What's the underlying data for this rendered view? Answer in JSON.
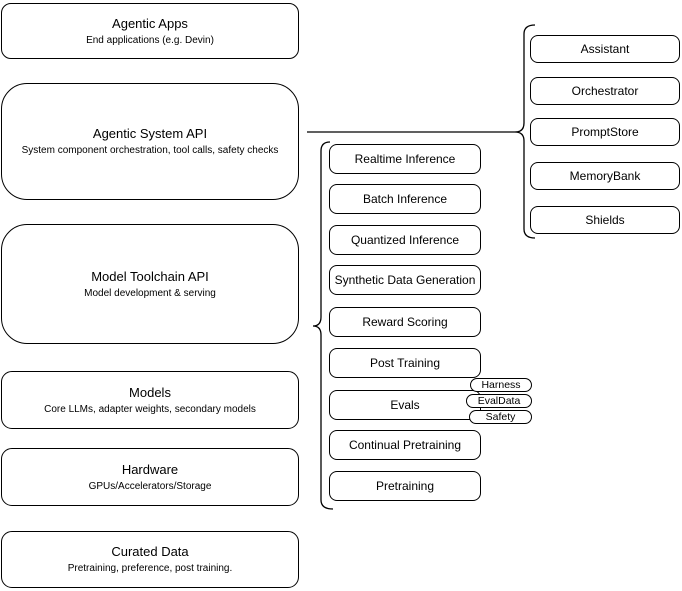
{
  "diagram": {
    "colors": {
      "stroke": "#000000",
      "fill": "#ffffff",
      "background": "#ffffff"
    },
    "left_stack": [
      {
        "title": "Agentic Apps",
        "subtitle": "End applications (e.g. Devin)"
      },
      {
        "title": "Agentic System API",
        "subtitle": "System component orchestration, tool calls, safety checks"
      },
      {
        "title": "Model Toolchain API",
        "subtitle": "Model development & serving"
      },
      {
        "title": "Models",
        "subtitle": "Core LLMs, adapter weights, secondary models"
      },
      {
        "title": "Hardware",
        "subtitle": "GPUs/Accelerators/Storage"
      },
      {
        "title": "Curated Data",
        "subtitle": "Pretraining, preference, post training."
      }
    ],
    "toolchain_group": {
      "items": [
        "Realtime Inference",
        "Batch Inference",
        "Quantized Inference",
        "Synthetic Data Generation",
        "Reward Scoring",
        "Post Training",
        "Evals",
        "Continual Pretraining",
        "Pretraining"
      ],
      "eval_tags": [
        "Harness",
        "EvalData",
        "Safety"
      ]
    },
    "system_group": {
      "items": [
        "Assistant",
        "Orchestrator",
        "PromptStore",
        "MemoryBank",
        "Shields"
      ]
    }
  }
}
